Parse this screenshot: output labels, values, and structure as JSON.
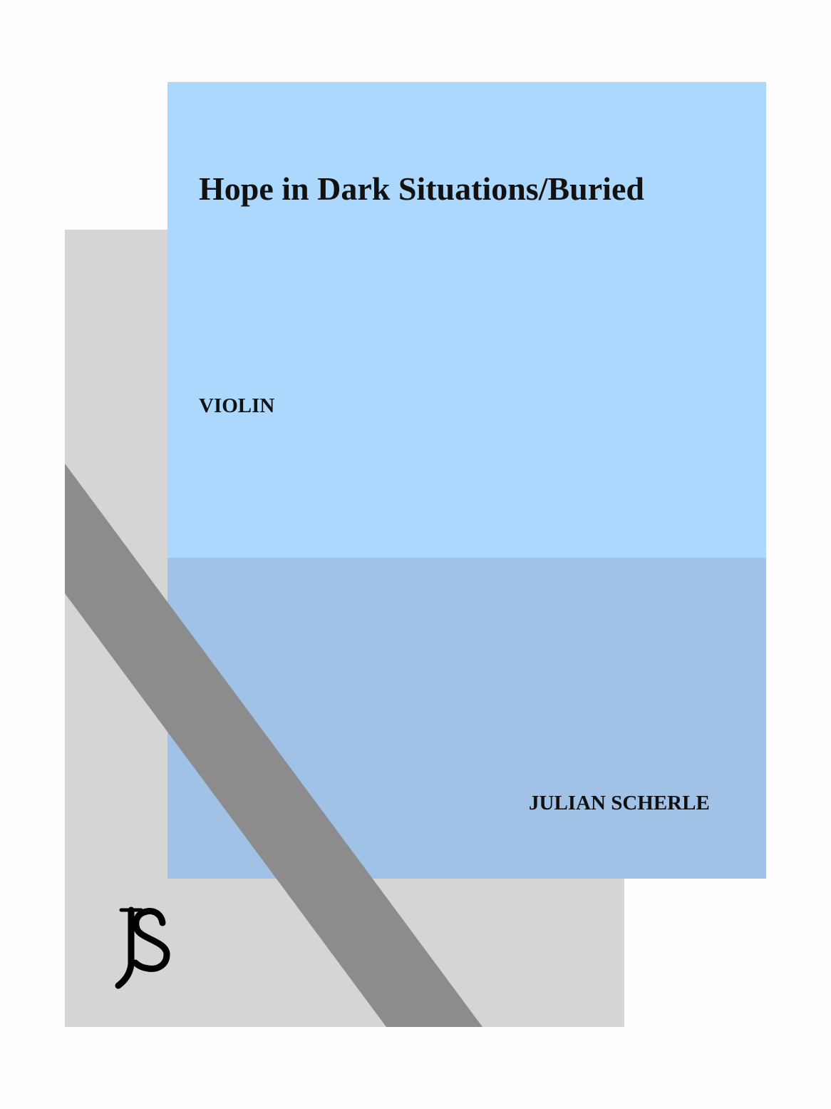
{
  "cover": {
    "title": "Hope in Dark Situations/Buried",
    "instrument": "VIOLIN",
    "composer": "JULIAN SCHERLE",
    "logo_text": "JS"
  },
  "colors": {
    "background": "#fefefe",
    "gray_panel": "#d5d5d5",
    "blue_top": "#add8fd",
    "blue_bottom": "#9fc2e6",
    "band": "#8c8c8c"
  }
}
